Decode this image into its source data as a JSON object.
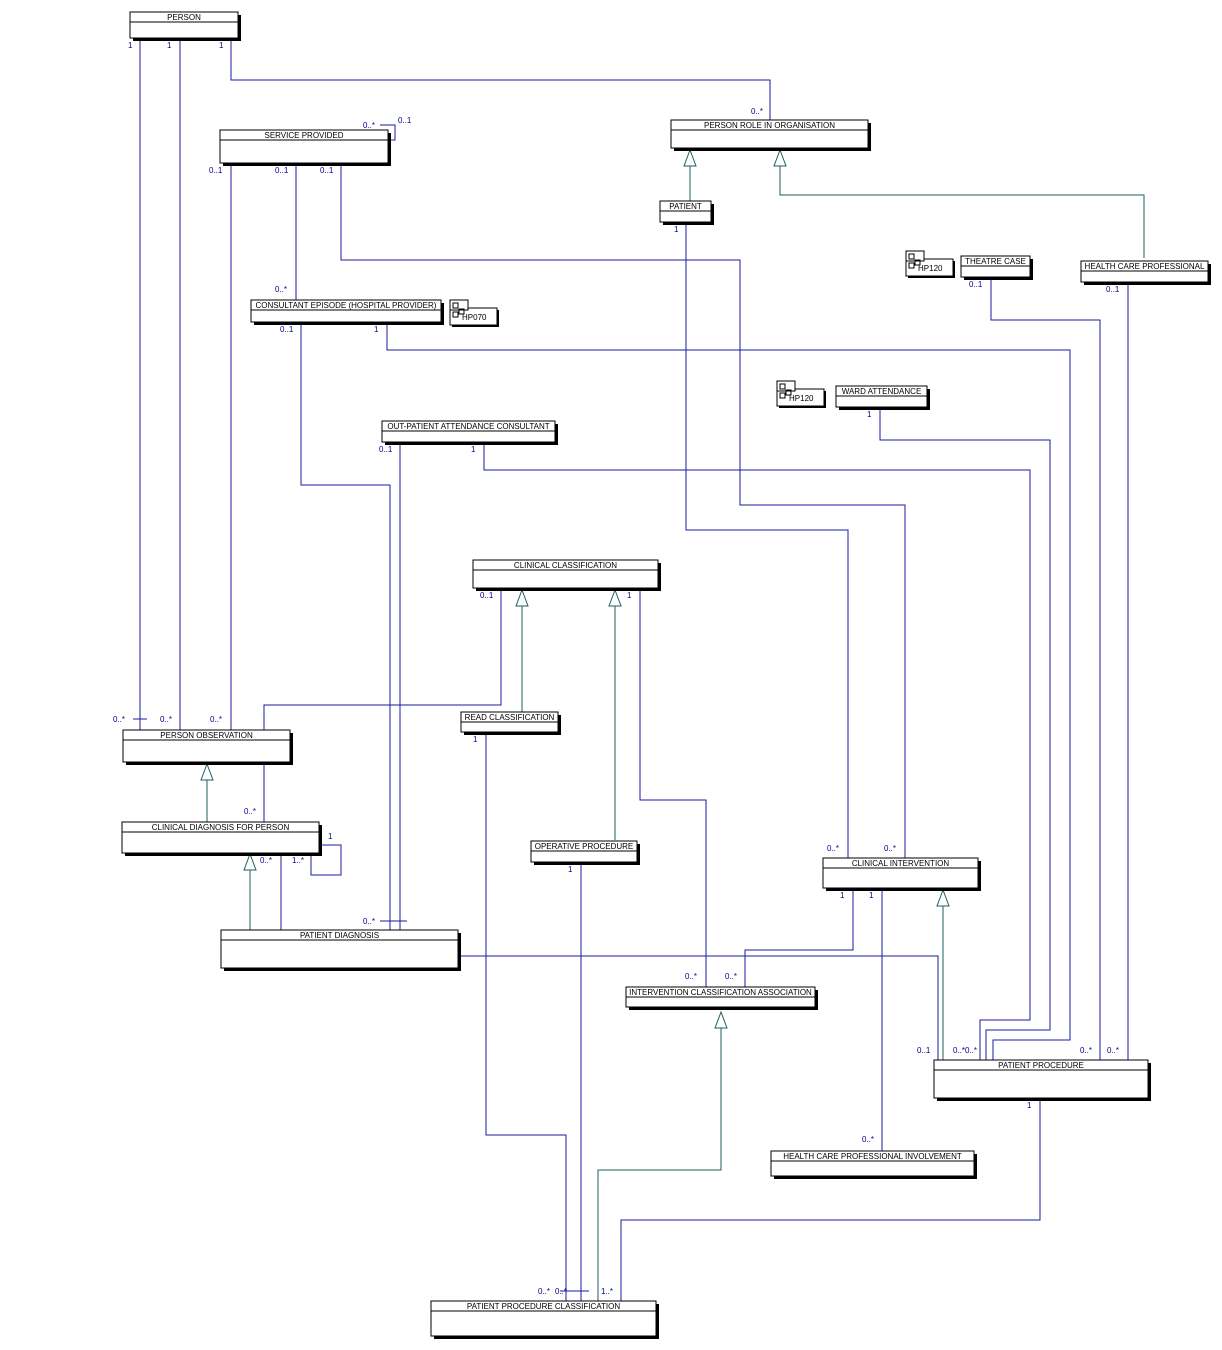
{
  "classes": {
    "person": "PERSON",
    "service_provided": "SERVICE PROVIDED",
    "person_role": "PERSON ROLE IN ORGANISATION",
    "patient": "PATIENT",
    "theatre_case": "THEATRE CASE",
    "hcp": "HEALTH CARE PROFESSIONAL",
    "consultant_episode": "CONSULTANT EPISODE (HOSPITAL PROVIDER)",
    "ward_attendance": "WARD ATTENDANCE",
    "outpatient": "OUT-PATIENT ATTENDANCE CONSULTANT",
    "clinical_classification": "CLINICAL CLASSIFICATION",
    "read_classification": "READ CLASSIFICATION",
    "person_observation": "PERSON OBSERVATION",
    "clinical_diagnosis": "CLINICAL DIAGNOSIS FOR PERSON",
    "operative_procedure": "OPERATIVE PROCEDURE",
    "clinical_intervention": "CLINICAL INTERVENTION",
    "patient_diagnosis": "PATIENT DIAGNOSIS",
    "ica": "INTERVENTION CLASSIFICATION ASSOCIATION",
    "patient_procedure": "PATIENT PROCEDURE",
    "hcp_involvement": "HEALTH CARE PROFESSIONAL INVOLVEMENT",
    "ppc": "PATIENT PROCEDURE CLASSIFICATION"
  },
  "packages": {
    "hp070": "HP070",
    "hp120_a": "HP120",
    "hp120_b": "HP120"
  },
  "multiplicities": {
    "m_person_1a": "1",
    "m_person_1b": "1",
    "m_person_1c": "1",
    "m_role_0m": "0..*",
    "m_sp_self_0m": "0..*",
    "m_sp_self_01": "0..1",
    "m_sp_01a": "0..1",
    "m_sp_01b": "0..1",
    "m_sp_01c": "0..1",
    "m_patient_1": "1",
    "m_theatre_01": "0..1",
    "m_hcp_01": "0..1",
    "m_ce_0m": "0..*",
    "m_ce_01": "0..1",
    "m_ce_1": "1",
    "m_wa_1": "1",
    "m_op_01": "0..1",
    "m_op_1": "1",
    "m_cc_01": "0..1",
    "m_cc_1": "1",
    "m_po_0m_a": "0..*",
    "m_po_0m_b": "0..*",
    "m_po_0m_c": "0..*",
    "m_rc_1": "1",
    "m_cdp_0m_top": "0..*",
    "m_cdp_self_1": "1",
    "m_cdp_0m_b": "0..*",
    "m_cdp_1m": "1..*",
    "m_opp_1": "1",
    "m_ci_0m_a": "0..*",
    "m_ci_0m_b": "0..*",
    "m_ci_1a": "1",
    "m_ci_1b": "1",
    "m_pd_0m": "0..*",
    "m_ica_0m_a": "0..*",
    "m_ica_0m_b": "0..*",
    "m_pp_01": "0..1",
    "m_pp_cluster": "0..*0..*",
    "m_pp_0m_a": "0..*",
    "m_pp_0m_b": "0..*",
    "m_pp_1": "1",
    "m_hcpi_0m": "0..*",
    "m_ppc_0m_a": "0..*",
    "m_ppc_0m_b": "0..*",
    "m_ppc_1m": "1..*"
  }
}
